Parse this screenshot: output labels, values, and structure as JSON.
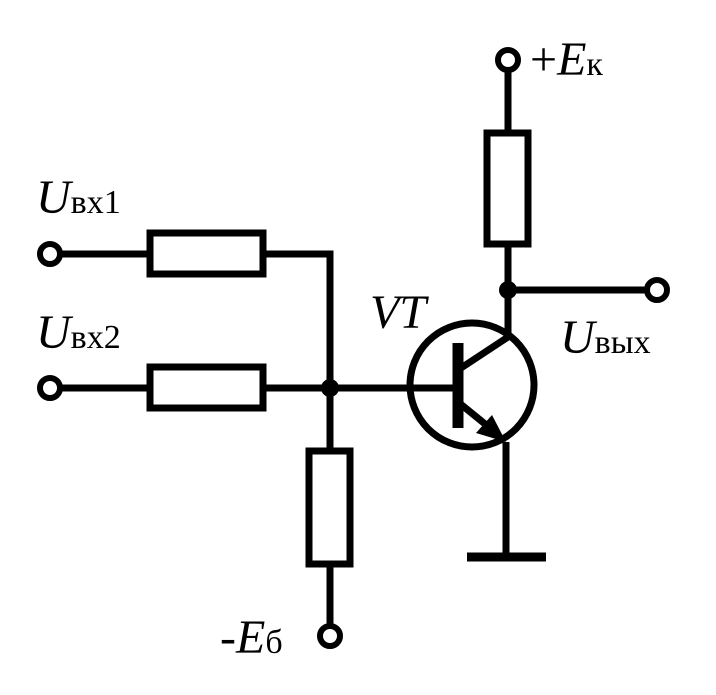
{
  "schematic": {
    "labels": {
      "ek_sign": "+",
      "ek_main": "E",
      "ek_sub": "к",
      "uin1_main": "U",
      "uin1_sub": "вх1",
      "uin2_main": "U",
      "uin2_sub": "вх2",
      "uout_main": "U",
      "uout_sub": "вых",
      "eb_sign": "-",
      "eb_main": "E",
      "eb_sub": "б",
      "transistor": "VT"
    },
    "colors": {
      "line": "#000000",
      "background": "#ffffff"
    }
  }
}
